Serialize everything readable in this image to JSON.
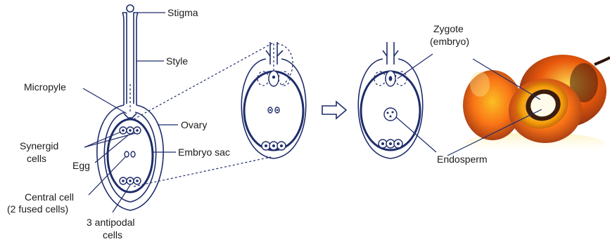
{
  "labels": {
    "stigma": "Stigma",
    "style": "Style",
    "micropyle": "Micropyle",
    "ovary": "Ovary",
    "synergid_line1": "Synergid",
    "synergid_line2": "cells",
    "egg": "Egg",
    "embryo_sac": "Embryo sac",
    "central_line1": "Central cell",
    "central_line2": "(2 fused cells)",
    "antipodal_line1": "3 antipodal",
    "antipodal_line2": "cells",
    "zygote_line1": "Zygote",
    "zygote_line2": "(embryo)",
    "endosperm": "Endosperm"
  },
  "colors": {
    "line": "#1f2d6b",
    "fruit_outer": "#c2410c",
    "fruit_inner": "#f59e0b",
    "fruit_dark": "#3b1d0e"
  }
}
